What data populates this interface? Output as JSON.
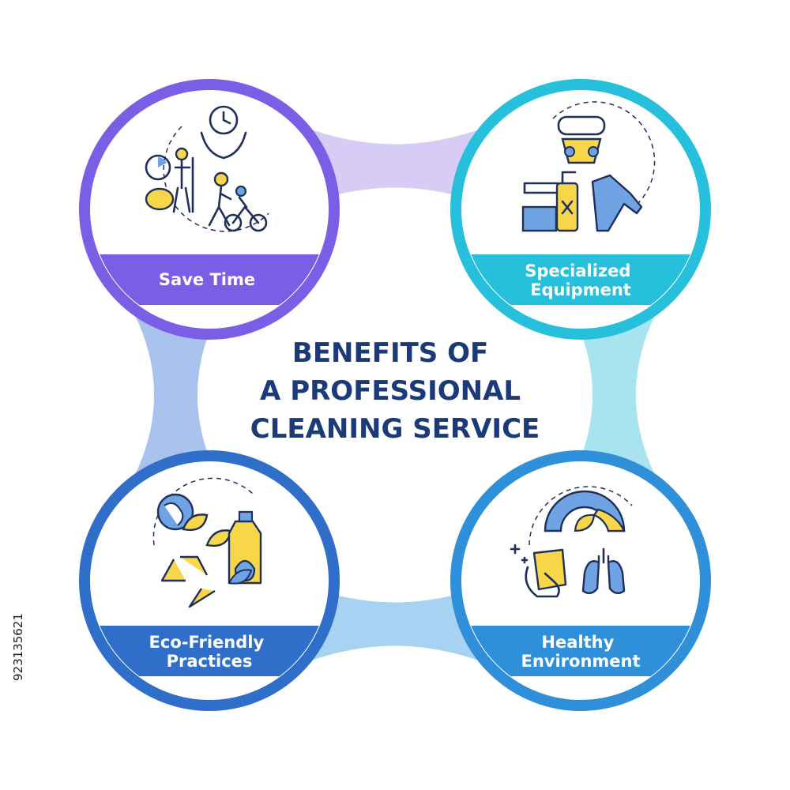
{
  "title": {
    "lines": [
      "BENEFITS OF",
      "A PROFESSIONAL",
      "CLEANING SERVICE"
    ],
    "color": "#1b3a7a"
  },
  "benefits": [
    {
      "label_lines": [
        "Save Time"
      ],
      "color": "#7b5ee6",
      "icon": "time-saving-icon"
    },
    {
      "label_lines": [
        "Specialized",
        "Equipment"
      ],
      "color": "#27c0dc",
      "icon": "cleaning-equipment-icon"
    },
    {
      "label_lines": [
        "Eco-Friendly",
        "Practices"
      ],
      "color": "#2f6fc9",
      "icon": "eco-friendly-icon"
    },
    {
      "label_lines": [
        "Healthy",
        "Environment"
      ],
      "color": "#2f8fd9",
      "icon": "healthy-environment-icon"
    }
  ],
  "connector_colors": {
    "top": "#d7ccf5",
    "left": "#a9c3ee",
    "right": "#a8e3f0",
    "bottom": "#a8d2f2"
  },
  "icon_colors": {
    "outline": "#1f2f5a",
    "accent_yellow": "#f7d64a",
    "accent_blue": "#6fa3e3"
  },
  "stock_id": "923135621"
}
